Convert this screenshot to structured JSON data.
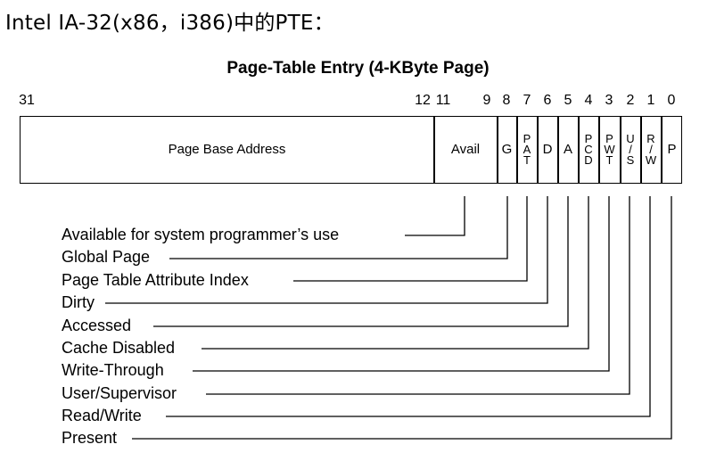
{
  "heading": "Intel IA-32(x86，i386)中的PTE：",
  "diagram": {
    "title": "Page-Table Entry (4-KByte Page)",
    "bit_numbers": [
      "31",
      "12",
      "11",
      "9",
      "8",
      "7",
      "6",
      "5",
      "4",
      "3",
      "2",
      "1",
      "0"
    ],
    "fields": {
      "page_base_address": "Page Base Address",
      "avail": "Avail",
      "g": "G",
      "pat": [
        "P",
        "A",
        "T"
      ],
      "d": "D",
      "a": "A",
      "pcd": [
        "P",
        "C",
        "D"
      ],
      "pwt": [
        "P",
        "W",
        "T"
      ],
      "us": [
        "U",
        "/",
        "S"
      ],
      "rw": [
        "R",
        "/",
        "W"
      ],
      "p": "P"
    },
    "legend": [
      "Available for system programmer’s use",
      "Global Page",
      "Page Table Attribute Index",
      "Dirty",
      "Accessed",
      "Cache Disabled",
      "Write-Through",
      "User/Supervisor",
      "Read/Write",
      "Present"
    ]
  }
}
